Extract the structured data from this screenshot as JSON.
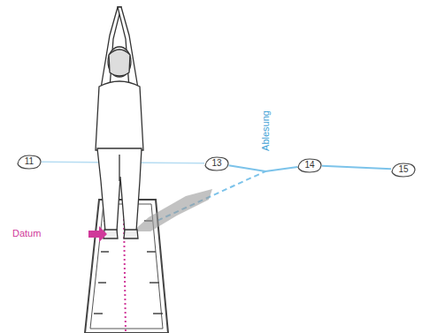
{
  "diagram": {
    "nodes": [
      {
        "text": [
          "11"
        ]
      },
      {
        "text": [
          "13"
        ]
      },
      {
        "text": [
          "14"
        ]
      },
      {
        "text": [
          "15"
        ]
      }
    ],
    "edges": [
      {
        "from": 0,
        "to": 1,
        "arrow": "none"
      },
      {
        "from": 1,
        "to": 2,
        "arrow": "none"
      },
      {
        "from": 2,
        "to": 3,
        "arrow": "none"
      }
    ],
    "labels": [
      "Datum",
      "Ablesung"
    ]
  }
}
